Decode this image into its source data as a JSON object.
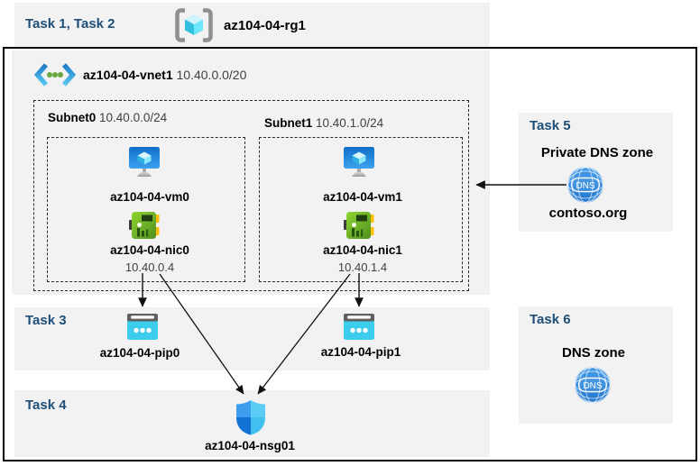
{
  "header": {
    "tasks_label": "Task 1, Task 2",
    "resource_group_name": "az104-04-rg1"
  },
  "vnet": {
    "name": "az104-04-vnet1",
    "cidr": "10.40.0.0/20"
  },
  "subnet0": {
    "name": "Subnet0",
    "cidr": "10.40.0.0/24",
    "vm_name": "az104-04-vm0",
    "nic_name": "az104-04-nic0",
    "nic_ip": "10.40.0.4"
  },
  "subnet1": {
    "name": "Subnet1",
    "cidr": "10.40.1.0/24",
    "vm_name": "az104-04-vm1",
    "nic_name": "az104-04-nic1",
    "nic_ip": "10.40.1.4"
  },
  "task3": {
    "label": "Task 3",
    "pip0_name": "az104-04-pip0",
    "pip1_name": "az104-04-pip1"
  },
  "task4": {
    "label": "Task 4",
    "nsg_name": "az104-04-nsg01"
  },
  "task5": {
    "label": "Task 5",
    "title": "Private DNS zone",
    "zone_name": "contoso.org",
    "dns_badge": "DNS"
  },
  "task6": {
    "label": "Task 6",
    "title": "DNS zone",
    "dns_badge": "DNS"
  },
  "icons": {
    "resource_group": "resource-group-icon",
    "virtual_network": "virtual-network-icon",
    "virtual_machine": "virtual-machine-icon",
    "network_interface": "nic-icon",
    "public_ip": "public-ip-icon",
    "nsg": "shield-icon",
    "dns": "dns-globe-icon"
  },
  "colors": {
    "task_label": "#1f4e79",
    "panel_bg": "#f2f2f2",
    "outline": "#000000",
    "dim_text": "#404040",
    "vm_blue": "#1679d2",
    "nic_green": "#6cbf26",
    "pip_cyan": "#3ccdec",
    "dns_blue": "#2f86dc",
    "cube_cyan": "#50e6ff"
  }
}
